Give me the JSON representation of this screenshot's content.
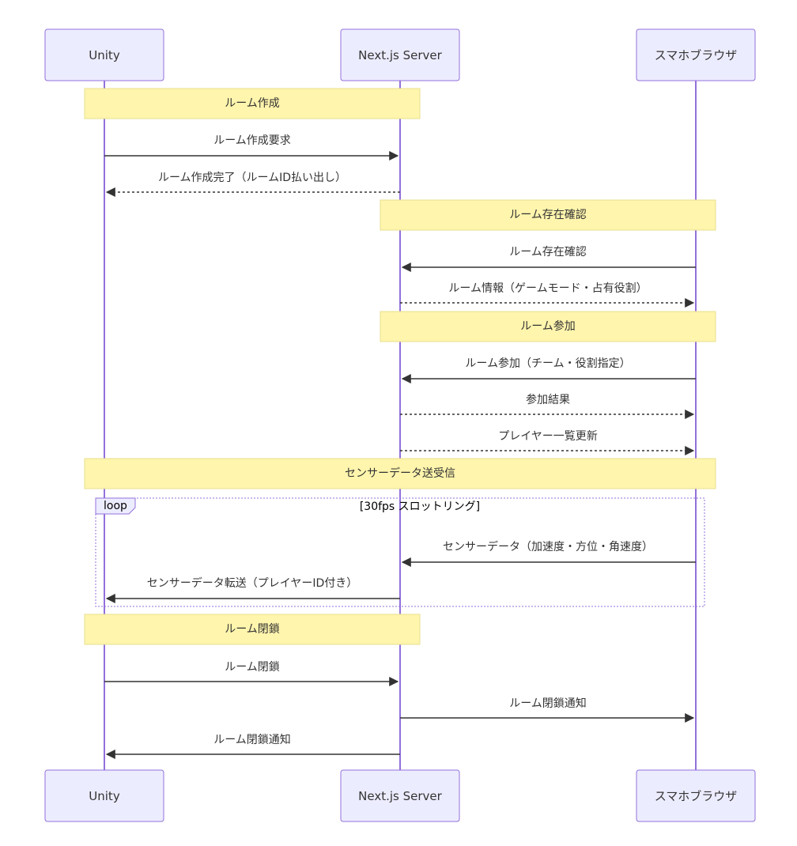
{
  "actors": [
    {
      "id": "unity",
      "label": "Unity"
    },
    {
      "id": "server",
      "label": "Next.js Server"
    },
    {
      "id": "browser",
      "label": "スマホブラウザ"
    }
  ],
  "sequence": [
    {
      "kind": "note",
      "over": [
        "unity",
        "server"
      ],
      "text": "ルーム作成"
    },
    {
      "kind": "message",
      "from": "unity",
      "to": "server",
      "style": "solid",
      "text": "ルーム作成要求"
    },
    {
      "kind": "message",
      "from": "server",
      "to": "unity",
      "style": "dashed",
      "text": "ルーム作成完了（ルームID払い出し）"
    },
    {
      "kind": "note",
      "over": [
        "server",
        "browser"
      ],
      "text": "ルーム存在確認"
    },
    {
      "kind": "message",
      "from": "browser",
      "to": "server",
      "style": "solid",
      "text": "ルーム存在確認"
    },
    {
      "kind": "message",
      "from": "server",
      "to": "browser",
      "style": "dashed",
      "text": "ルーム情報（ゲームモード・占有役割）"
    },
    {
      "kind": "note",
      "over": [
        "server",
        "browser"
      ],
      "text": "ルーム参加"
    },
    {
      "kind": "message",
      "from": "browser",
      "to": "server",
      "style": "solid",
      "text": "ルーム参加（チーム・役割指定）"
    },
    {
      "kind": "message",
      "from": "server",
      "to": "browser",
      "style": "dashed",
      "text": "参加結果"
    },
    {
      "kind": "message",
      "from": "server",
      "to": "browser",
      "style": "dashed",
      "text": "プレイヤー一覧更新"
    },
    {
      "kind": "note",
      "over": [
        "unity",
        "browser"
      ],
      "text": "センサーデータ送受信"
    },
    {
      "kind": "loop",
      "label": "loop",
      "condition": "[30fps スロットリング]"
    },
    {
      "kind": "message",
      "from": "browser",
      "to": "server",
      "style": "solid",
      "text": "センサーデータ（加速度・方位・角速度）"
    },
    {
      "kind": "message",
      "from": "server",
      "to": "unity",
      "style": "solid",
      "text": "センサーデータ転送（プレイヤーID付き）"
    },
    {
      "kind": "note",
      "over": [
        "unity",
        "server"
      ],
      "text": "ルーム閉鎖"
    },
    {
      "kind": "message",
      "from": "unity",
      "to": "server",
      "style": "solid",
      "text": "ルーム閉鎖"
    },
    {
      "kind": "message",
      "from": "server",
      "to": "browser",
      "style": "solid",
      "text": "ルーム閉鎖通知"
    },
    {
      "kind": "message",
      "from": "server",
      "to": "unity",
      "style": "solid",
      "text": "ルーム閉鎖通知"
    }
  ],
  "colors": {
    "actor_fill": "#ECECFF",
    "actor_border": "#9370DB",
    "note_fill": "#FFF5AD",
    "note_border": "#E7E08E",
    "line": "#333333"
  }
}
